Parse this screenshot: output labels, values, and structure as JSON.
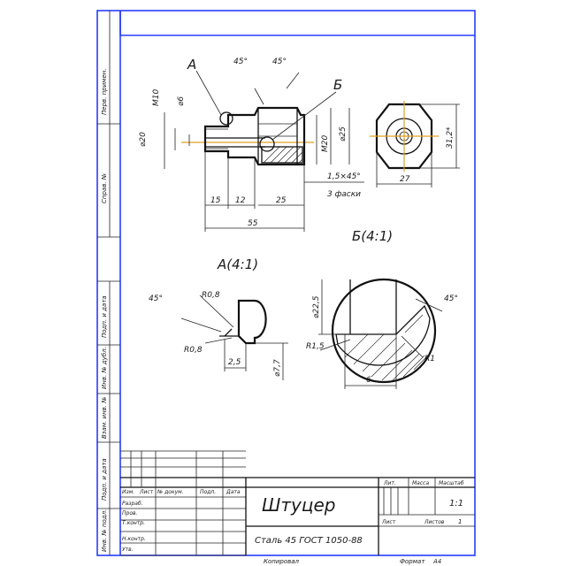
{
  "colors": {
    "frame": "#2a3cff",
    "axis": "#e0a020",
    "lines": "#111111"
  },
  "left_margin": {
    "perv_primen": "Перв. примен.",
    "sprav": "Справ. №",
    "podp_data_1": "Подп. и дата",
    "inv_dubl": "Инв. № дубл.",
    "vzam_inv": "Взам. инв. №",
    "podp_data_2": "Подп. и дата",
    "inv_podl": "Инв. № подл."
  },
  "main_view": {
    "label_A": "А",
    "label_B": "Б",
    "dims": {
      "angle1": "45°",
      "angle2": "45°",
      "m10": "M10",
      "d6": "⌀6",
      "d20": "⌀20",
      "m20": "M20",
      "d25": "⌀25",
      "d15": "15",
      "d12": "12",
      "d25len": "25",
      "d55": "55",
      "chamfer": "1,5×45°",
      "chamfer_note": "3 фаски"
    }
  },
  "side_view": {
    "dim_hex_flats": "27",
    "dim_hex_corners": "31,2*"
  },
  "detail_A": {
    "title": "А(4:1)",
    "dims": {
      "angle": "45°",
      "r_top": "R0,8",
      "r_bot": "R0,8",
      "w": "2,5",
      "d": "⌀7,7"
    }
  },
  "detail_B": {
    "title": "Б(4:1)",
    "dims": {
      "d": "⌀22,5",
      "angle": "45°",
      "r_left": "R1,5",
      "r_right": "R1",
      "w": "6"
    }
  },
  "title_block": {
    "headers": {
      "izm": "Изм.",
      "list": "Лист",
      "ndoc": "№ докум.",
      "podp": "Подп.",
      "data": "Дата"
    },
    "roles": {
      "razrab": "Разраб.",
      "prov": "Пров.",
      "tkontr": "Т.контр.",
      "nkontr": "Н.контр.",
      "utv": "Утв."
    },
    "part_name": "Штуцер",
    "material": "Сталь 45 ГОСТ 1050-88",
    "lit_hdr": "Лит.",
    "massa_hdr": "Масса",
    "masshtab_hdr": "Масштаб",
    "masshtab": "1:1",
    "list_hdr": "Лист",
    "listov_hdr": "Листов",
    "listov": "1"
  },
  "footer": {
    "copied": "Копировал",
    "format_lbl": "Формат",
    "format": "А4"
  }
}
